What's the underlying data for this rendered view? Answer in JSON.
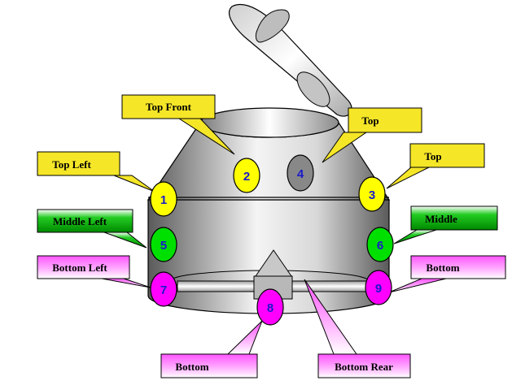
{
  "markers": [
    {
      "number": "1",
      "zone": "top",
      "color": "#ffff00"
    },
    {
      "number": "2",
      "zone": "top",
      "color": "#ffff00"
    },
    {
      "number": "3",
      "zone": "top",
      "color": "#ffff00"
    },
    {
      "number": "4",
      "zone": "top-lid",
      "color": "#888888"
    },
    {
      "number": "5",
      "zone": "middle",
      "color": "#00e000"
    },
    {
      "number": "6",
      "zone": "middle",
      "color": "#00e000"
    },
    {
      "number": "7",
      "zone": "bottom",
      "color": "#ff00ff"
    },
    {
      "number": "8",
      "zone": "bottom",
      "color": "#ff00ff"
    },
    {
      "number": "9",
      "zone": "bottom",
      "color": "#ff00ff"
    }
  ],
  "callouts": {
    "top_left": "Top Left",
    "top_front": "Top  Front",
    "top_center": "Top",
    "top_right": "Top",
    "middle_left": "Middle Left",
    "middle_right": "Middle",
    "bottom_left": "Bottom Left",
    "bottom_right": "Bottom",
    "bottom_front": "Bottom",
    "bottom_rear": "Bottom Rear"
  },
  "colors": {
    "top_callout": "#f5e628",
    "middle_callout": "#22cc22",
    "bottom_callout": "#ff66ff",
    "marker_number": "#1a1acc"
  }
}
